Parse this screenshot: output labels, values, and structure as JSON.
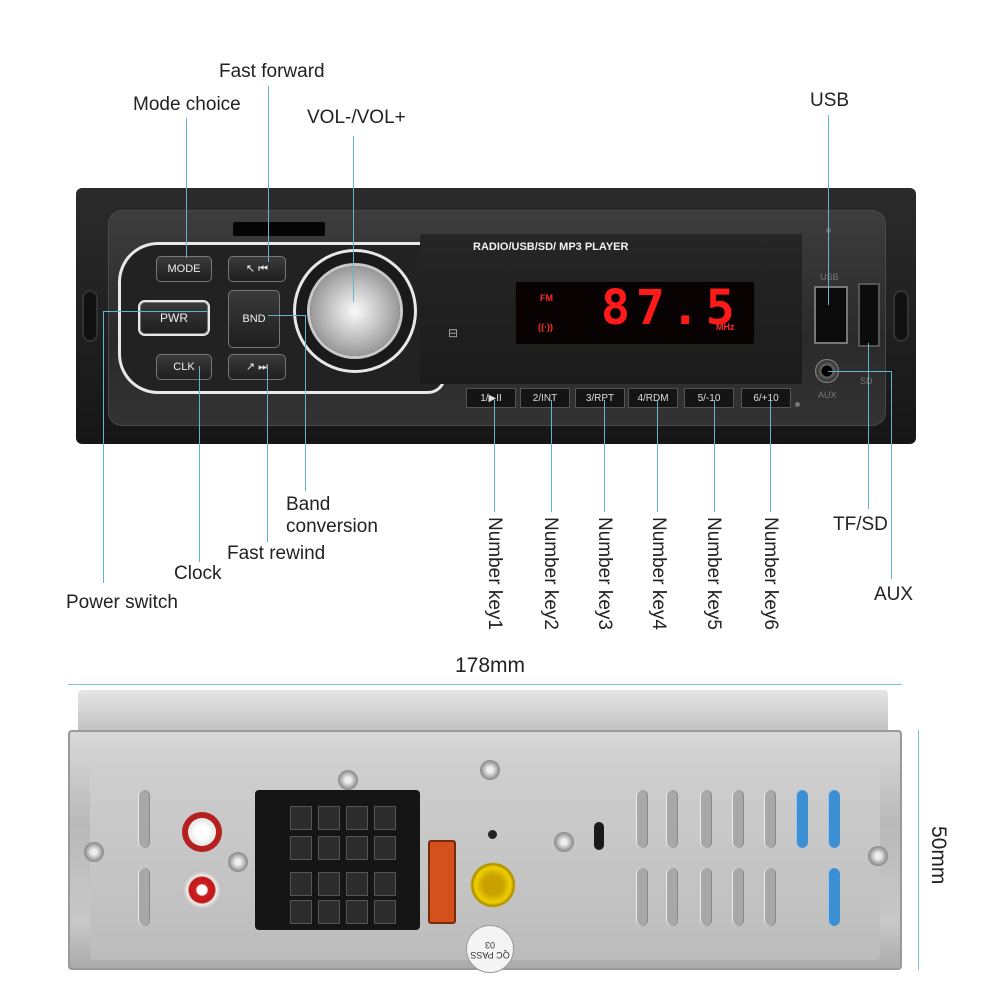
{
  "labels": {
    "fast_forward": "Fast forward",
    "mode_choice": "Mode choice",
    "vol": "VOL-/VOL+",
    "usb": "USB",
    "band_conversion_1": "Band",
    "band_conversion_2": "conversion",
    "fast_rewind": "Fast rewind",
    "clock": "Clock",
    "power_switch": "Power switch",
    "tf_sd": "TF/SD",
    "aux": "AUX",
    "number_keys": [
      "Number key1",
      "Number key2",
      "Number key3",
      "Number key4",
      "Number key5",
      "Number key6"
    ]
  },
  "front_panel": {
    "title": "RADIO/USB/SD/ MP3 PLAYER",
    "buttons": {
      "mode": "MODE",
      "next": "↖ ⏮",
      "pwr": "PWR",
      "bnd": "BND",
      "clk": "CLK",
      "prev": "↗ ⏭"
    },
    "display": {
      "frequency": "87.5",
      "unit": "MHz",
      "band_indicator": "FM"
    },
    "number_keys": [
      "1/▶II",
      "2/INT",
      "3/RPT",
      "4/RDM",
      "5/-10",
      "6/+10"
    ],
    "port_labels": {
      "usb": "USB",
      "aux": "AUX",
      "sd": "SD"
    }
  },
  "dimensions": {
    "width": "178mm",
    "height": "50mm"
  },
  "rear_panel": {
    "pass_sticker": "QC PASS 03"
  },
  "colors": {
    "accent_line": "#5fb5c9",
    "lcd_red": "#ff1a1a",
    "vent_blue": "#3d8fd4",
    "rca_red": "#d02020"
  }
}
